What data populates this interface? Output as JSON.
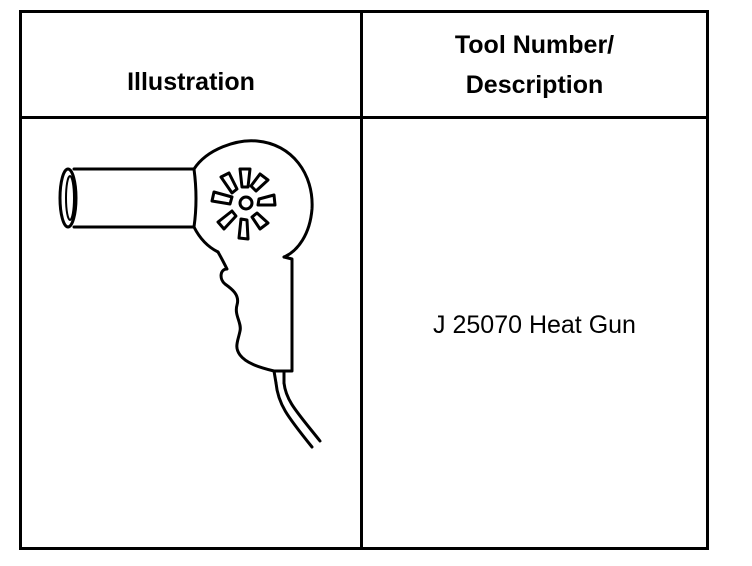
{
  "table": {
    "headers": {
      "illustration": "Illustration",
      "tool_line1": "Tool Number/",
      "tool_line2": "Description"
    },
    "rows": [
      {
        "illustration_icon": "heat-gun-icon",
        "description": "J 25070 Heat Gun"
      }
    ]
  }
}
